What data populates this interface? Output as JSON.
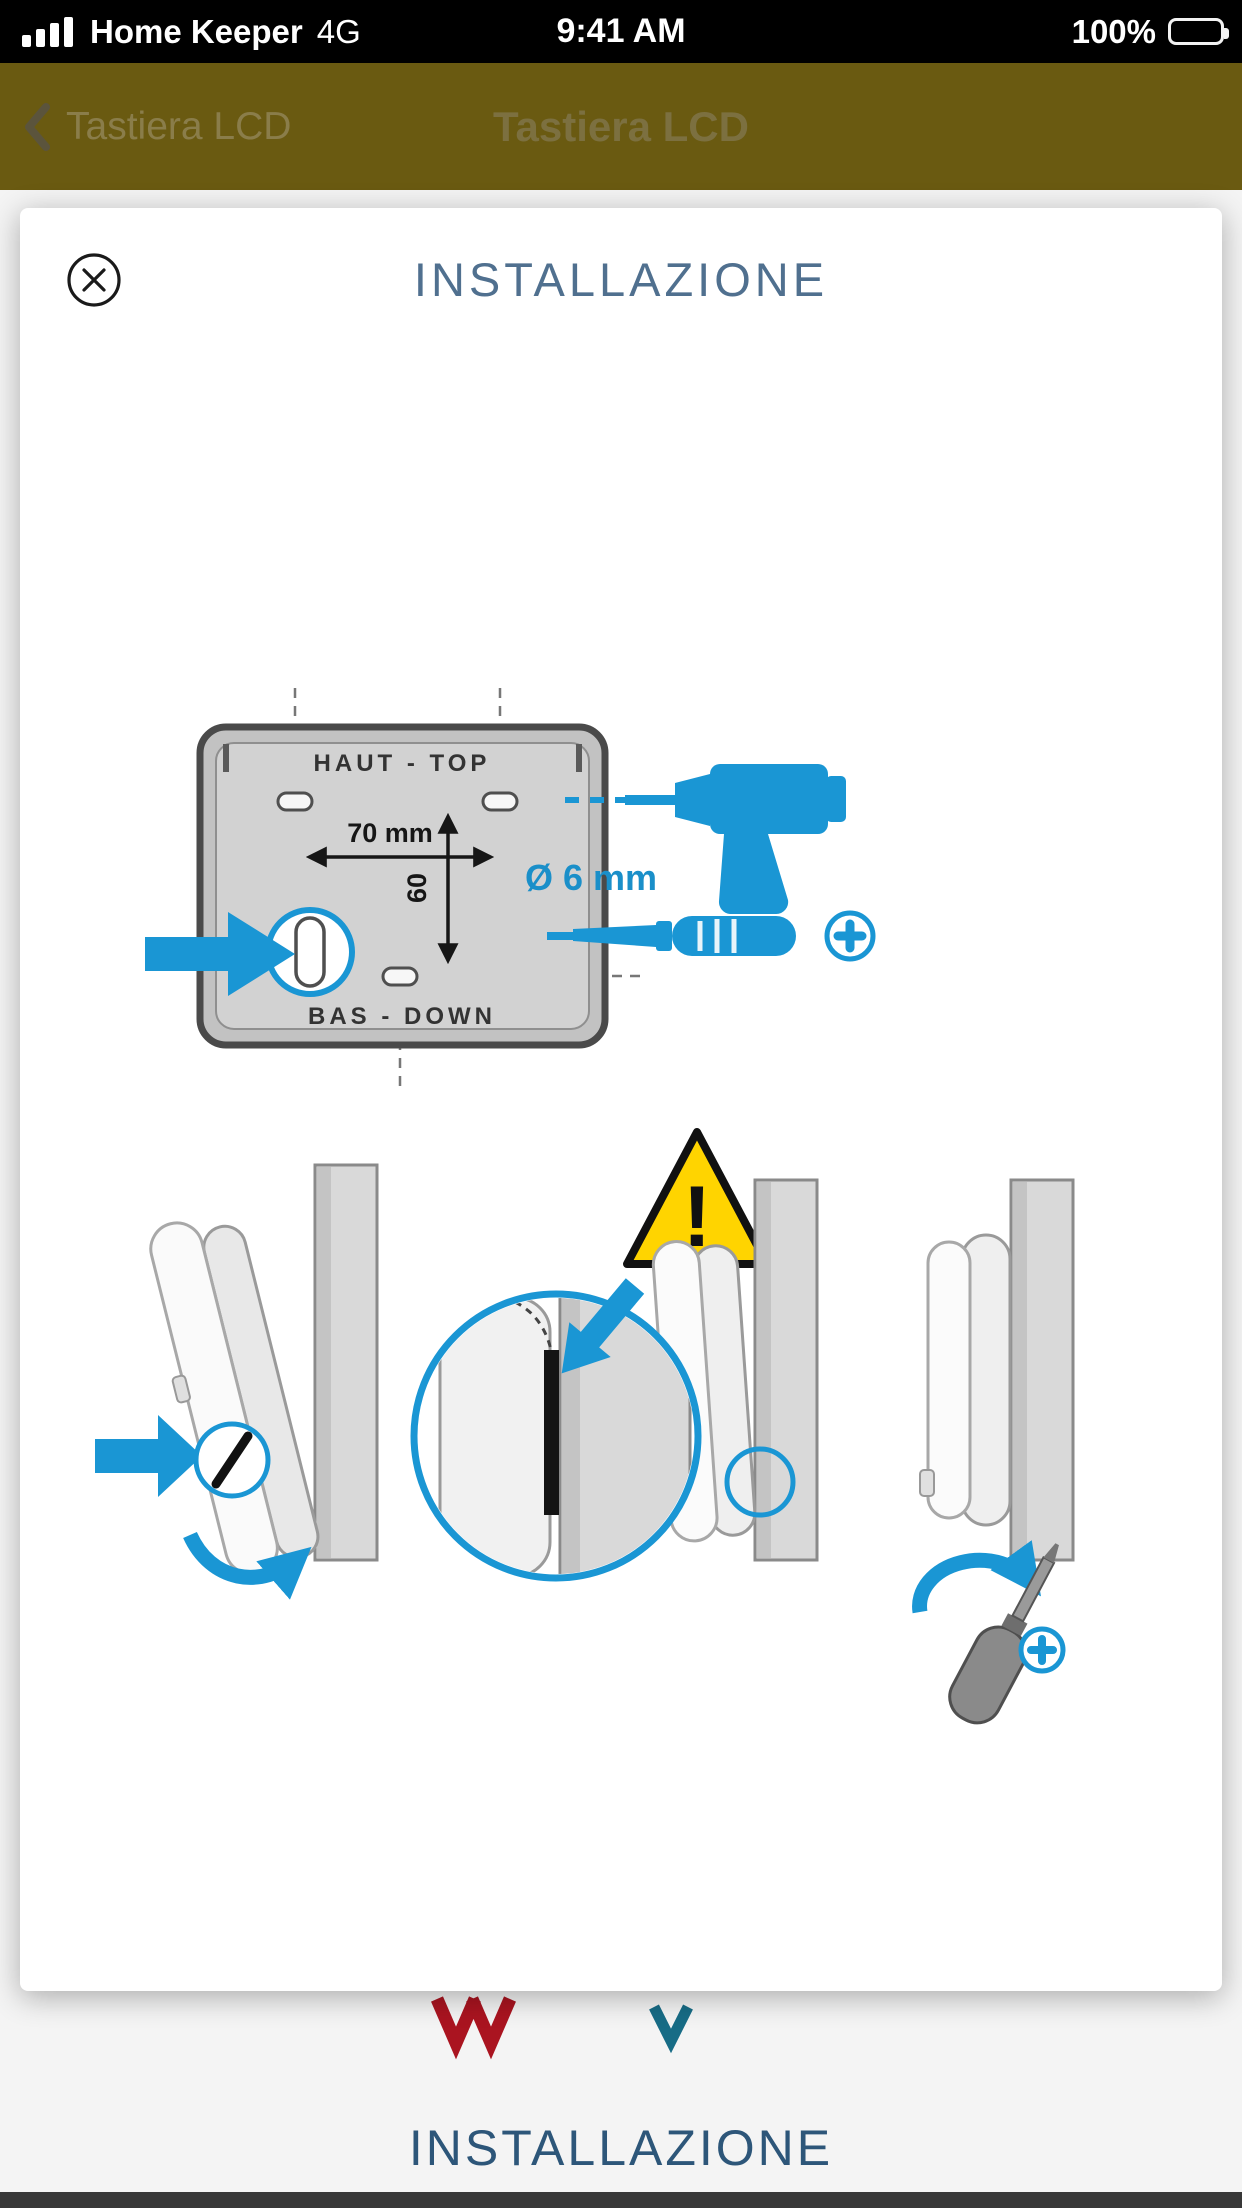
{
  "status_bar": {
    "carrier": "Home Keeper",
    "network": "4G",
    "time": "9:41 AM",
    "battery_percent": "100%"
  },
  "nav_bar": {
    "back_label": "Tastiera LCD",
    "title": "Tastiera LCD"
  },
  "modal": {
    "title": "INSTALLAZIONE"
  },
  "diagram": {
    "plate": {
      "top_label": "HAUT - TOP",
      "bottom_label": "BAS - DOWN",
      "width_label": "70 mm",
      "height_label": "60"
    },
    "drill": {
      "diameter_label": "Ø 6 mm"
    },
    "warning_mark": "!"
  },
  "underlay": {
    "title": "INSTALLAZIONE"
  },
  "icons": {
    "close": "circle-x",
    "back": "chevron-left",
    "signal": "signal-bars-4",
    "battery": "battery-full",
    "drill": "power-drill",
    "screwdriver": "screwdriver",
    "phillips": "phillips-cross-circle",
    "warning": "warning-triangle"
  },
  "colors": {
    "accent_blue": "#1a96d4",
    "modal_title_blue": "#50708f",
    "underlay_title_blue": "#2d5679",
    "nav_background": "#6a5a11",
    "warning_yellow": "#ffd400",
    "chevron_red": "#aa1420",
    "chevron_teal": "#176c86",
    "wall_gray": "#d9d9d9"
  }
}
